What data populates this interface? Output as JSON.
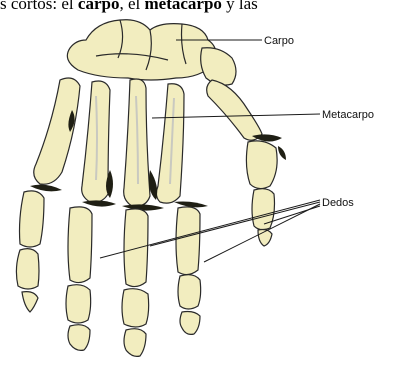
{
  "caption": {
    "prefix": "s cortos: el ",
    "term1": "carpo",
    "sep": ", el ",
    "term2": "metacarpo",
    "suffix": " y las"
  },
  "labels": {
    "carpo": "Carpo",
    "metacarpo": "Metacarpo",
    "dedos": "Dedos"
  },
  "colors": {
    "bone": "#f2edbf",
    "bone_outline": "#2a2a2a",
    "shadow": "#1f1f14",
    "highlight": "#c9c9c0"
  }
}
